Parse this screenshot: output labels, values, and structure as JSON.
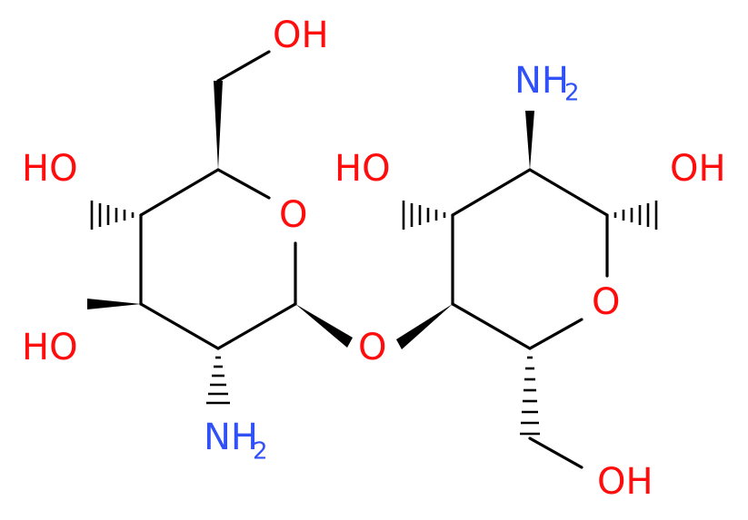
{
  "molecule": {
    "colors": {
      "bond": "#000000",
      "oxygen": "#ff0d0d",
      "nitrogen": "#3050f8",
      "background": "#ffffff"
    },
    "labels": {
      "oh_top_left": "OH",
      "ho_left_upper": "HO",
      "ho_left_lower": "HO",
      "o_ring_left": "O",
      "nh2_left": "NH",
      "nh2_left_sub": "2",
      "o_glycosidic": "O",
      "ho_right": "HO",
      "nh2_right": "NH",
      "nh2_right_sub": "2",
      "oh_right": "OH",
      "o_ring_right": "O",
      "oh_bottom_right": "OH"
    }
  }
}
